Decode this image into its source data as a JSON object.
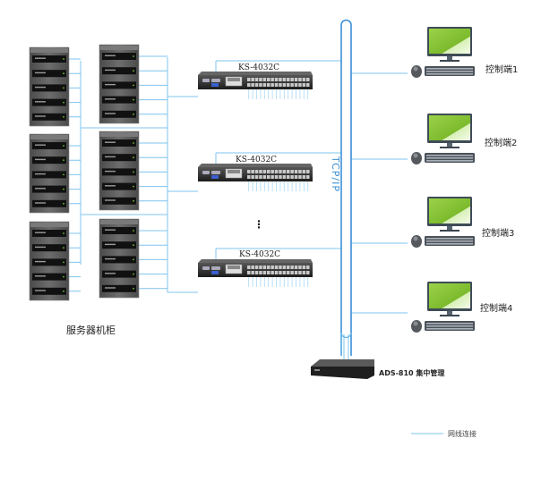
{
  "diagram": {
    "type": "network-topology",
    "server_cabinets": {
      "label": "服务器机柜",
      "cabinet_count": 6,
      "units_per_cabinet": 5
    },
    "kvm_switches": [
      {
        "id": "switch-1",
        "model": "KS-4032C"
      },
      {
        "id": "switch-2",
        "model": "KS-4032C"
      },
      {
        "id": "switch-3",
        "model": "KS-4032C"
      }
    ],
    "ellipsis": "⋮",
    "backbone": {
      "label": "TCP/IP"
    },
    "consoles": [
      {
        "id": "console-1",
        "label": "控制端1"
      },
      {
        "id": "console-2",
        "label": "控制端2"
      },
      {
        "id": "console-3",
        "label": "控制端3"
      },
      {
        "id": "console-4",
        "label": "控制端4"
      }
    ],
    "manager": {
      "label": "ADS-810 集中管理"
    },
    "legend": {
      "line_label": "网线连接",
      "line_color": "#7fc4ee"
    },
    "colors": {
      "cable": "#7fc4ee",
      "backbone": "#3a8fd6",
      "rack": "#5a5a5a",
      "rack_unit": "#111111",
      "switch": "#2b2b2b",
      "monitor_screen": "#8cc63f"
    }
  }
}
